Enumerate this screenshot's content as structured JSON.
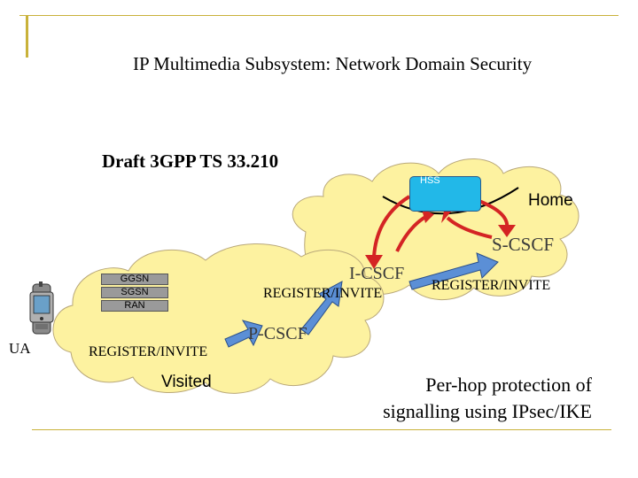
{
  "title": "IP Multimedia Subsystem: Network Domain Security",
  "draft": "Draft 3GPP TS 33.210",
  "nodes": {
    "hss": "HSS",
    "home": "Home",
    "s_cscf": "S-CSCF",
    "i_cscf": "I-CSCF",
    "p_cscf": "P-CSCF",
    "ue": "UA",
    "visited": "Visited",
    "stack": [
      "GGSN",
      "SGSN",
      "RAN"
    ]
  },
  "messages": {
    "ue_to_p": "REGISTER/INVITE",
    "p_to_i": "REGISTER/INVITE",
    "i_to_s": "REGISTER/INVITE"
  },
  "note_lines": [
    "Per-hop protection of",
    "signalling using IPsec/IKE"
  ],
  "colors": {
    "cloud_fill": "#fdf2a0",
    "arrow_fill": "#5b8fd6",
    "red_arrow": "#d42424",
    "hss_fill": "#22b8e8",
    "decoration": "#c9b23a"
  },
  "icons": [
    "mobile-phone-icon"
  ]
}
